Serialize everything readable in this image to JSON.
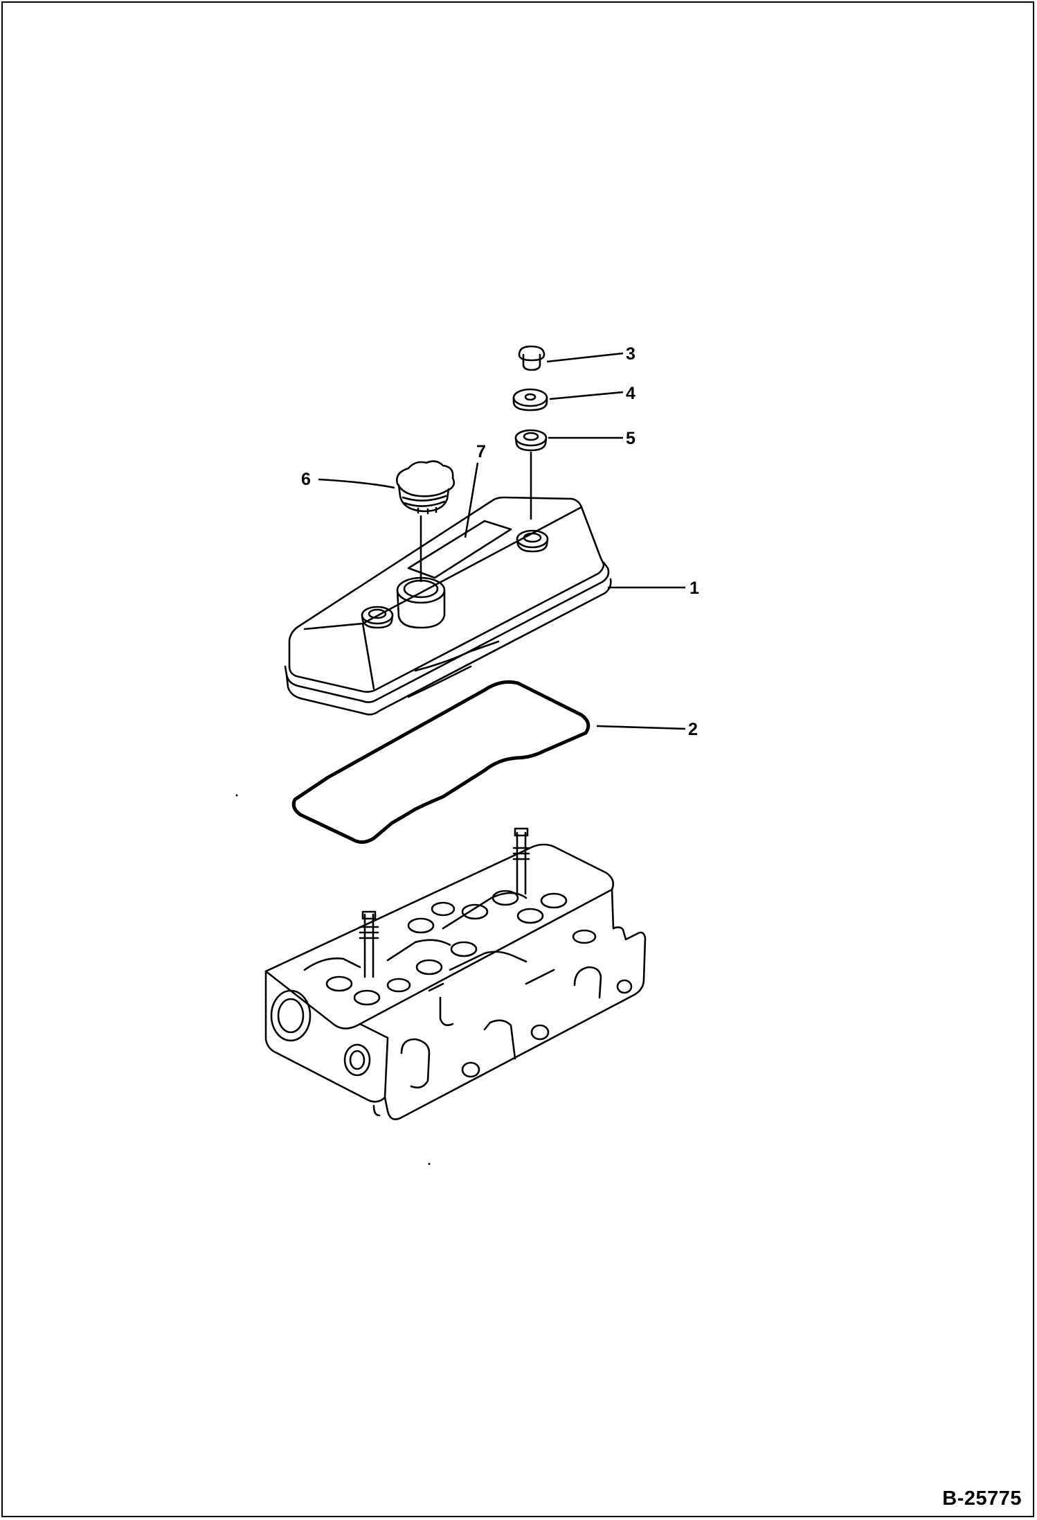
{
  "figure": {
    "code": "B-25775",
    "callouts": [
      {
        "id": "1",
        "label": "1"
      },
      {
        "id": "2",
        "label": "2"
      },
      {
        "id": "3",
        "label": "3"
      },
      {
        "id": "4",
        "label": "4"
      },
      {
        "id": "5",
        "label": "5"
      },
      {
        "id": "6",
        "label": "6"
      },
      {
        "id": "7",
        "label": "7"
      }
    ]
  },
  "parts": [
    {
      "ref": "1",
      "icon": "cylinder-head-cover-icon"
    },
    {
      "ref": "2",
      "icon": "gasket-icon"
    },
    {
      "ref": "3",
      "icon": "bolt-icon"
    },
    {
      "ref": "4",
      "icon": "washer-icon"
    },
    {
      "ref": "5",
      "icon": "seal-icon"
    },
    {
      "ref": "6",
      "icon": "oil-filler-cap-icon"
    },
    {
      "ref": "7",
      "icon": "plate-icon"
    },
    {
      "ref": "",
      "icon": "cylinder-head-icon"
    }
  ]
}
